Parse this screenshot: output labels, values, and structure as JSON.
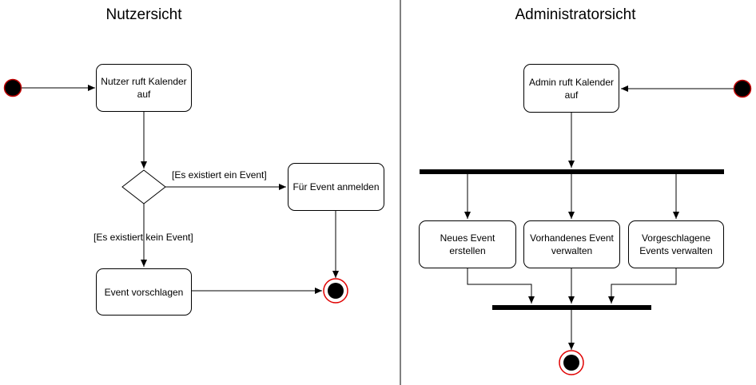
{
  "titles": {
    "left": "Nutzersicht",
    "right": "Administratorsicht"
  },
  "nodes": {
    "user_calls_calendar": "Nutzer ruft Kalender auf",
    "register_event": "Für Event anmelden",
    "suggest_event": "Event vorschlagen",
    "admin_calls_calendar": "Admin ruft Kalender auf",
    "new_event": "Neues Event erstellen",
    "manage_existing": "Vorhandenes Event verwalten",
    "manage_suggested": "Vorgeschlagene Events verwalten"
  },
  "guards": {
    "event_exists": "[Es existiert ein Event]",
    "no_event": "[Es existiert kein Event]"
  },
  "colors": {
    "line": "#000000",
    "final_ring": "#e00000",
    "initial_border": "#c00000"
  }
}
